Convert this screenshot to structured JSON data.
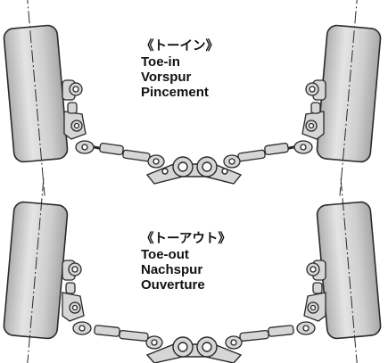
{
  "toe_in": {
    "label_jp": "《トーイン》",
    "label_en": "Toe-in",
    "label_de": "Vorspur",
    "label_fr": "Pincement"
  },
  "toe_out": {
    "label_jp": "《トーアウト》",
    "label_en": "Toe-out",
    "label_de": "Nachspur",
    "label_fr": "Ouverture"
  },
  "colors": {
    "tire_fill": "#c8c8c8",
    "tire_highlight": "#e6e6e6",
    "outline": "#2a2a2a",
    "part_fill": "#d6d6d6"
  }
}
